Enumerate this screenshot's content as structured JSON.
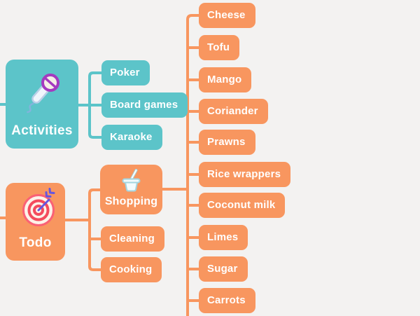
{
  "palette": {
    "background": "#f3f2f1",
    "teal": "#5cc4c9",
    "orange": "#f8965f",
    "node_text": "#ffffff",
    "mic_purple": "#a43ac0",
    "mic_cream": "#f5eee6",
    "mic_body": "#eff5fc",
    "mic_outline": "#b9cfe8",
    "cord_blue": "#82b4dc",
    "target_cream": "#fdf2e9",
    "target_pink": "#fa6175",
    "target_red": "#f44b5e",
    "dart_indigo": "#6456e0",
    "basket_blue": "#a3d5e0",
    "basket_fill": "#f3fbfd"
  },
  "mindmap": {
    "activities": {
      "label": "Activities",
      "icon": "microphone-icon",
      "children": [
        {
          "label": "Poker"
        },
        {
          "label": "Board games"
        },
        {
          "label": "Karaoke"
        }
      ]
    },
    "todo": {
      "label": "Todo",
      "icon": "target-icon",
      "children": [
        {
          "label": "Shopping",
          "icon": "basket-icon"
        },
        {
          "label": "Cleaning"
        },
        {
          "label": "Cooking"
        }
      ]
    },
    "shopping_items": [
      {
        "label": "Cheese"
      },
      {
        "label": "Tofu"
      },
      {
        "label": "Mango"
      },
      {
        "label": "Coriander"
      },
      {
        "label": "Prawns"
      },
      {
        "label": "Rice wrappers"
      },
      {
        "label": "Coconut milk"
      },
      {
        "label": "Limes"
      },
      {
        "label": "Sugar"
      },
      {
        "label": "Carrots"
      }
    ]
  }
}
